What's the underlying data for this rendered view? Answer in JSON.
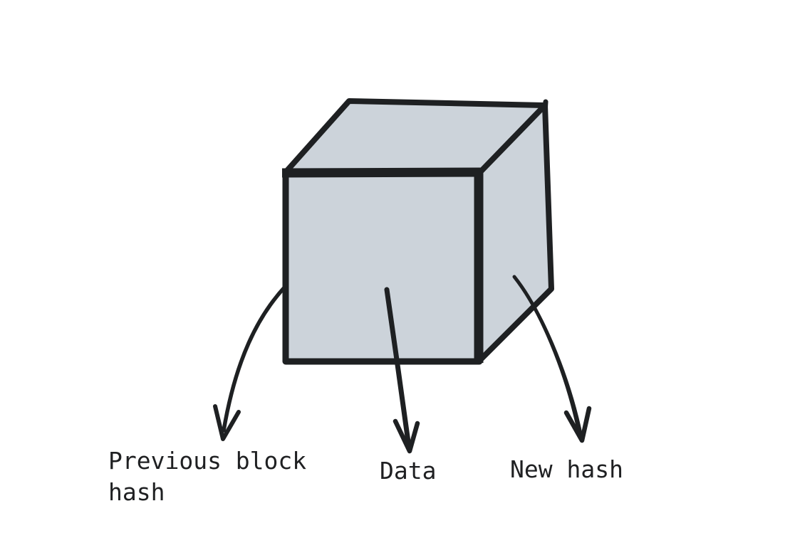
{
  "page": {
    "background_color": "#ffffff"
  },
  "diagram": {
    "subject": "blockchain block",
    "block": {
      "shape": "cube",
      "fill_color": "#ccd3da",
      "stroke_color": "#1e2022"
    },
    "text_color": "#1f2022",
    "annotations": [
      {
        "id": "previous-block-hash",
        "text": "Previous block hash"
      },
      {
        "id": "data",
        "text": "Data"
      },
      {
        "id": "new-hash",
        "text": "New hash"
      }
    ]
  }
}
